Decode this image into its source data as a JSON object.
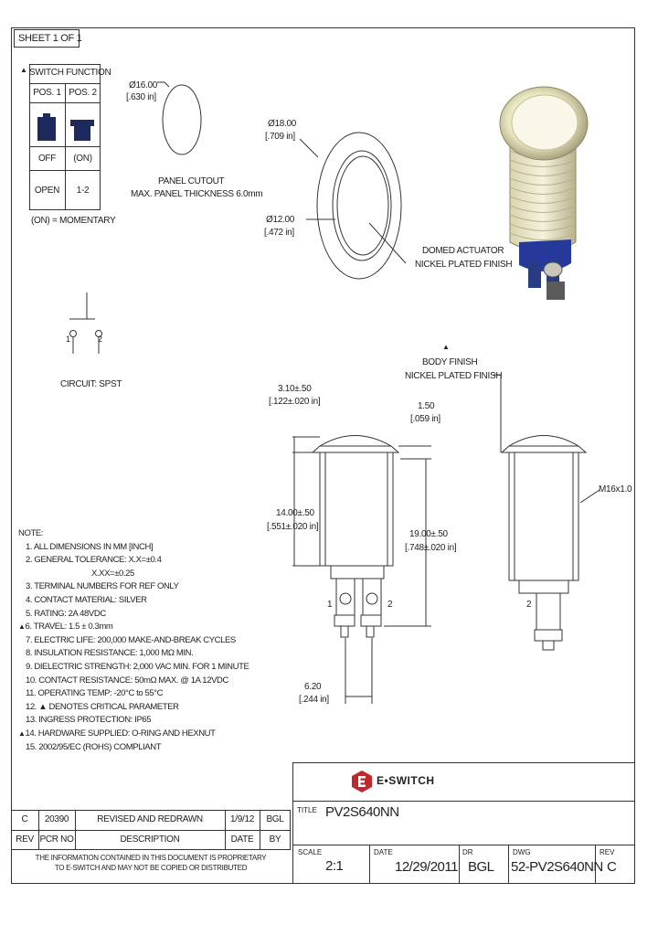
{
  "sheet": "SHEET 1 OF 1",
  "switch_table": {
    "title": "SWITCH FUNCTION",
    "pos1": "POS. 1",
    "pos2": "POS. 2",
    "state1": "OFF",
    "state2": "(ON)",
    "terms1": "OPEN",
    "terms2": "1-2",
    "footnote": "(ON) = MOMENTARY"
  },
  "panel_cutout": {
    "dim_mm": "Ø16.00",
    "dim_in": "[.630 in]",
    "label1": "PANEL CUTOUT",
    "label2": "MAX. PANEL THICKNESS 6.0mm"
  },
  "top_view": {
    "outer_mm": "Ø18.00",
    "outer_in": "[.709 in]",
    "inner_mm": "Ø12.00",
    "inner_in": "[.472 in]",
    "actuator1": "DOMED ACTUATOR",
    "actuator2": "NICKEL PLATED FINISH"
  },
  "circuit": {
    "pin1": "1",
    "pin2": "2",
    "label": "CIRCUIT: SPST"
  },
  "side_view": {
    "travel_mm": "3.10±.50",
    "travel_in": "[.122±.020 in]",
    "height_mm": "14.00±.50",
    "height_in": "[.551±.020 in]",
    "term_mm": "6.20",
    "term_in": "[.244 in]",
    "pin1": "1",
    "pin2": "2"
  },
  "side_view2": {
    "flange_mm": "1.50",
    "flange_in": "[.059 in]",
    "total_mm": "19.00±.50",
    "total_in": "[.748±.020 in]",
    "body1": "BODY FINISH",
    "body2": "NICKEL PLATED FINISH",
    "thread": "M16x1.0",
    "pin2": "2"
  },
  "notes": {
    "title": "NOTE:",
    "items": [
      "1. ALL DIMENSIONS IN MM [INCH]",
      "2. GENERAL TOLERANCE: X.X=±0.4",
      "X.XX=±0.25",
      "3. TERMINAL NUMBERS FOR REF ONLY",
      "4. CONTACT MATERIAL: SILVER",
      "5. RATING: 2A 48VDC",
      "6. TRAVEL: 1.5 ± 0.3mm",
      "7. ELECTRIC LIFE: 200,000 MAKE-AND-BREAK CYCLES",
      "8. INSULATION RESISTANCE: 1,000 MΩ MIN.",
      "9. DIELECTRIC STRENGTH: 2,000 VAC MIN. FOR 1 MINUTE",
      "10. CONTACT RESISTANCE: 50mΩ MAX. @ 1A 12VDC",
      "11. OPERATING TEMP: -20°C to 55°C",
      "12. ▲ DENOTES CRITICAL PARAMETER",
      "13. INGRESS PROTECTION: IP65",
      "14. HARDWARE SUPPLIED: O-RING AND HEXNUT",
      "15. 2002/95/EC (ROHS) COMPLIANT"
    ]
  },
  "revision": {
    "rev": "C",
    "pcr": "20390",
    "description": "REVISED AND REDRAWN",
    "date": "1/9/12",
    "by": "BGL",
    "h_rev": "REV",
    "h_pcr": "PCR NO",
    "h_desc": "DESCRIPTION",
    "h_date": "DATE",
    "h_by": "BY"
  },
  "proprietary": {
    "line1": "THE INFORMATION CONTAINED IN THIS DOCUMENT IS PROPRIETARY",
    "line2": "TO E-SWITCH AND MAY NOT BE COPIED OR DISTRIBUTED"
  },
  "title_block": {
    "brand": "E•SWITCH",
    "title_label": "TITLE",
    "title": "PV2S640NN",
    "scale_label": "SCALE",
    "scale": "2:1",
    "date_label": "DATE",
    "date": "12/29/2011",
    "dr_label": "DR",
    "dr": "BGL",
    "dwg_label": "DWG",
    "dwg": "52-PV2S640NN",
    "rev_label": "REV",
    "rev": "C"
  },
  "colors": {
    "brand_red": "#c0282d",
    "actuator_blue": "#1f2a5c"
  }
}
